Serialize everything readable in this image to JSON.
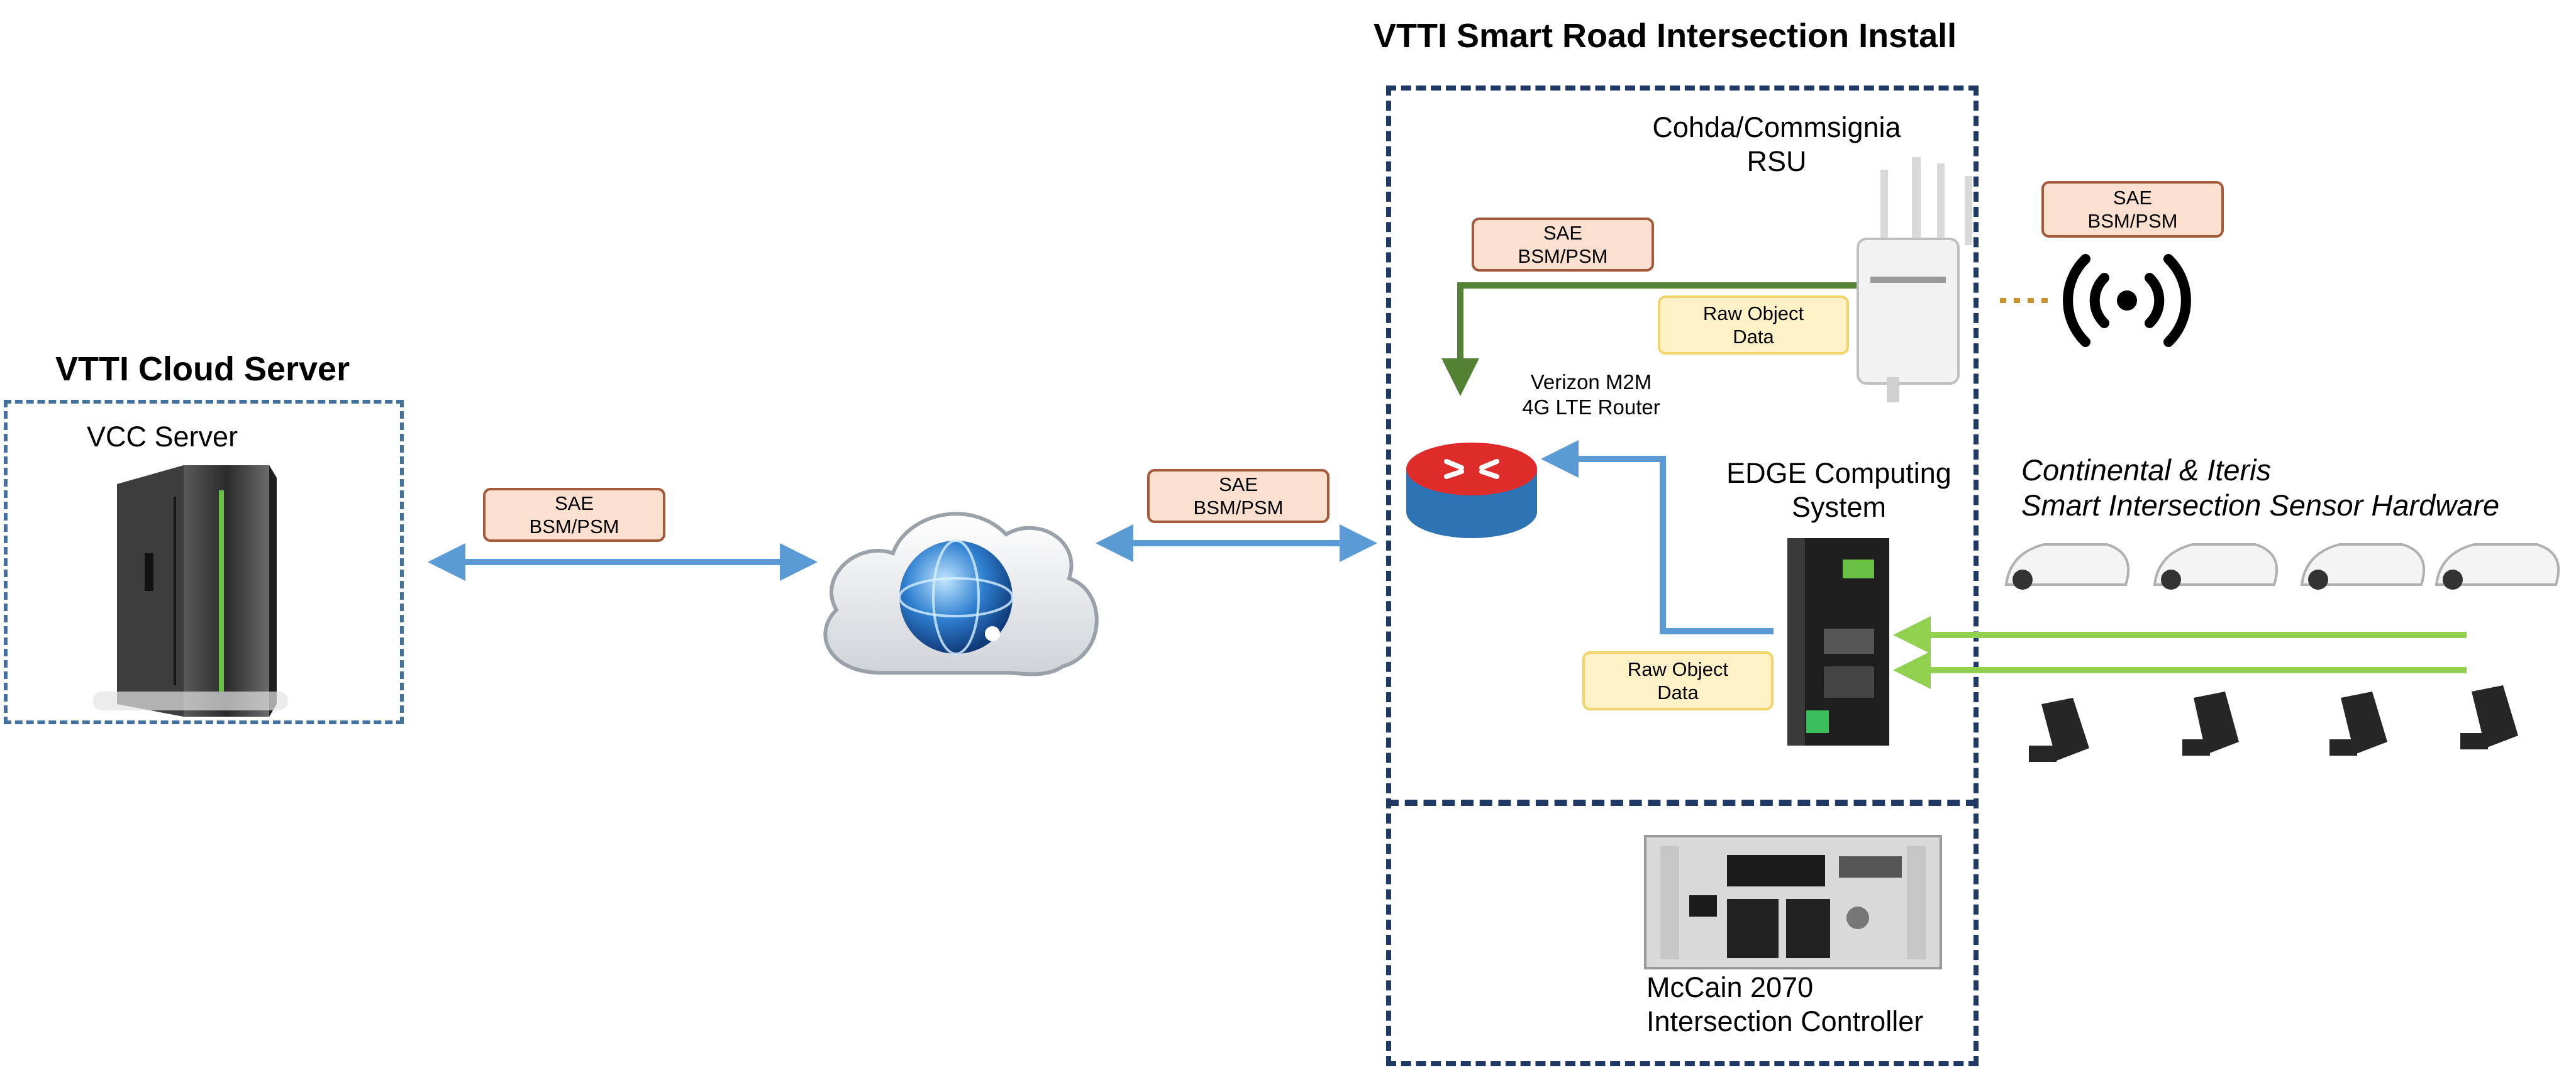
{
  "diagram": {
    "cloud_server": {
      "title": "VTTI Cloud Server",
      "server_label": "VCC Server",
      "icon": "server-rack-icon"
    },
    "intersection": {
      "title": "VTTI Smart Road Intersection Install",
      "rsu_label_line1": "Cohda/Commsignia",
      "rsu_label_line2": "RSU",
      "router_label_line1": "Verizon M2M",
      "router_label_line2": "4G LTE Router",
      "edge_label_line1": "EDGE Computing",
      "edge_label_line2": "System",
      "controller_label_line1": "McCain 2070",
      "controller_label_line2": "Intersection Controller"
    },
    "sensors": {
      "label_line1": "Continental &  Iteris",
      "label_line2": "Smart Intersection Sensor Hardware"
    },
    "tags": {
      "sae_line1": "SAE",
      "sae_line2": "BSM/PSM",
      "raw_line1": "Raw Object",
      "raw_line2": "Data"
    },
    "colors": {
      "blue_link": "#5b9bd5",
      "green_link": "#548235",
      "sensor_link": "#92d050",
      "dashed_box": "#1f3864",
      "cloud_box": "#41719c"
    }
  }
}
